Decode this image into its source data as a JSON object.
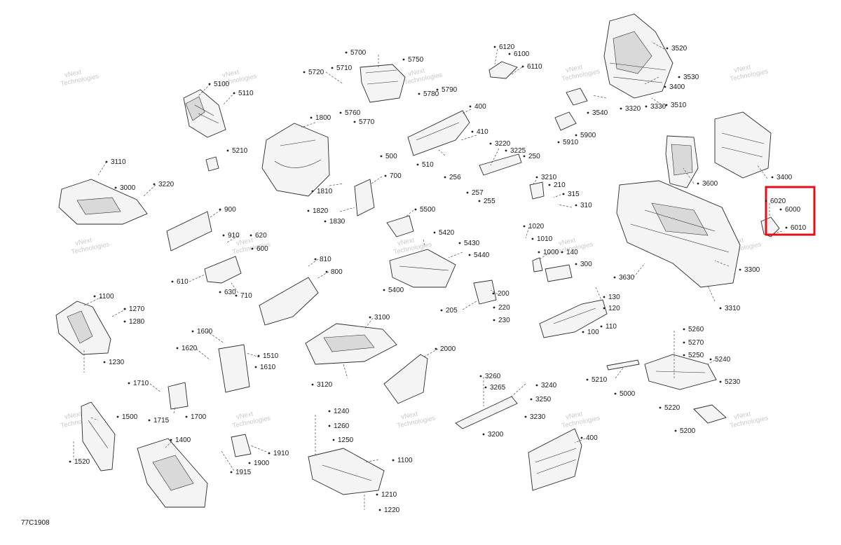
{
  "diagram_code": "77C1908",
  "watermark": {
    "line1": "vNext",
    "line2": "Technologies",
    "combined": "vNext Technologies"
  },
  "highlight": {
    "color": "#e3101a",
    "label": "6000"
  },
  "parts": [
    "5100",
    "5110",
    "5700",
    "5750",
    "5710",
    "5720",
    "5790",
    "5780",
    "5760",
    "5770",
    "6120",
    "6100",
    "6110",
    "3520",
    "3530",
    "3400",
    "3510",
    "3330",
    "3320",
    "3540",
    "5900",
    "5910",
    "1800",
    "5210",
    "400",
    "410",
    "500",
    "510",
    "3220",
    "3225",
    "250",
    "256",
    "257",
    "255",
    "3210",
    "210",
    "315",
    "310",
    "3600",
    "3400",
    "3110",
    "3220",
    "3000",
    "1810",
    "1820",
    "1830",
    "700",
    "5500",
    "6020",
    "6000",
    "6010",
    "900",
    "910",
    "620",
    "600",
    "610",
    "630",
    "710",
    "5420",
    "5430",
    "5440",
    "5400",
    "1020",
    "1010",
    "1000",
    "140",
    "300",
    "3630",
    "3300",
    "810",
    "800",
    "200",
    "205",
    "220",
    "230",
    "130",
    "120",
    "110",
    "100",
    "3310",
    "1100",
    "1270",
    "1280",
    "1230",
    "3100",
    "3120",
    "1600",
    "1620",
    "1510",
    "1610",
    "2000",
    "5260",
    "5270",
    "5250",
    "5240",
    "5230",
    "5210",
    "5000",
    "5220",
    "5200",
    "1710",
    "1700",
    "1715",
    "3260",
    "3265",
    "3240",
    "3250",
    "3230",
    "3200",
    "1500",
    "1520",
    "1400",
    "1240",
    "1260",
    "1250",
    "1910",
    "1900",
    "1915",
    "1100",
    "1210",
    "1220",
    "400"
  ]
}
